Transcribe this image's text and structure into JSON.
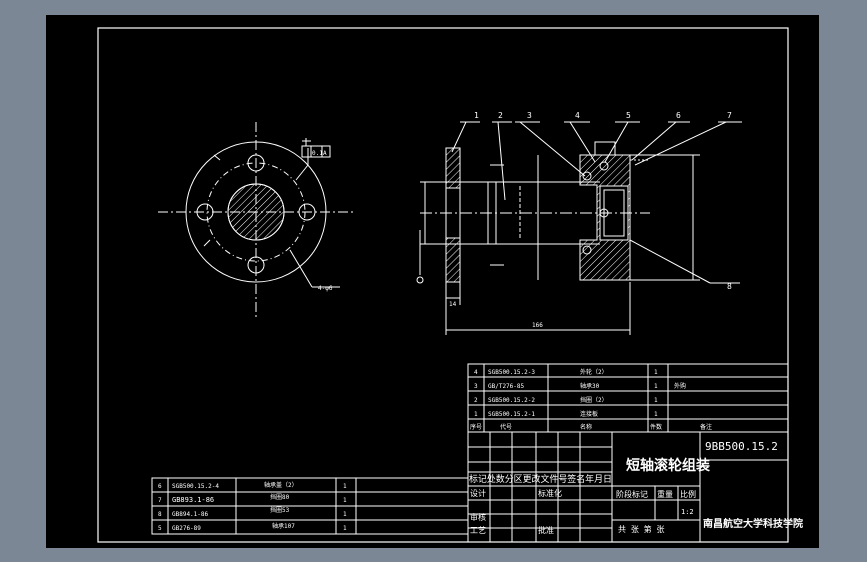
{
  "colors": {
    "window_bg": "#7b8794",
    "paper": "#000000",
    "lines": "#ffffff",
    "hatch": "#ffffff"
  },
  "leaders": [
    "1",
    "2",
    "3",
    "4",
    "5",
    "6",
    "7",
    "8"
  ],
  "dims": {
    "length": "166",
    "flange": "14",
    "tol_box": "0.1",
    "datum": "A",
    "hole": "4-φ6"
  },
  "parts_table": {
    "header": {
      "seq": "序号",
      "code": "代号",
      "name": "名称",
      "qty": "件数",
      "remark": "备注"
    },
    "rows": [
      {
        "seq": "4",
        "code": "SGB500.15.2-3",
        "name": "外轮（2）",
        "qty": "1",
        "remark": ""
      },
      {
        "seq": "3",
        "code": "GB/T276-85",
        "name": "轴承30",
        "qty": "1",
        "remark": "外购"
      },
      {
        "seq": "2",
        "code": "SGB500.15.2-2",
        "name": "挡圈（2）",
        "qty": "1",
        "remark": ""
      },
      {
        "seq": "1",
        "code": "SGB500.15.2-1",
        "name": "连接板",
        "qty": "1",
        "remark": ""
      }
    ]
  },
  "left_table": {
    "rows": [
      {
        "seq": "6",
        "code": "SGB500.15.2-4",
        "name": "轴承盖（2）",
        "qty": "1"
      },
      {
        "seq": "7",
        "code": "GB893.1-86",
        "name": "挡圈80",
        "qty": "1"
      },
      {
        "seq": "8",
        "code": "GB894.1-86",
        "name": "挡圈53",
        "qty": "1"
      },
      {
        "seq": "5",
        "code": "GB276-89",
        "name": "轴承107",
        "qty": "1"
      }
    ]
  },
  "title_block": {
    "title": "短轴滚轮组装",
    "drawing_no": "9BB500.15.2",
    "school": "南昌航空大学科技学院",
    "revision_header": "标记处数分区更改文件号签名年月日",
    "design": "设计",
    "standardization": "标准化",
    "review": "审核",
    "process": "工艺",
    "approve": "批准",
    "stage_header": "阶段标记",
    "weight": "重量",
    "scale": "比例",
    "scale_value": "1:2",
    "sheets": "共 张 第 张"
  }
}
